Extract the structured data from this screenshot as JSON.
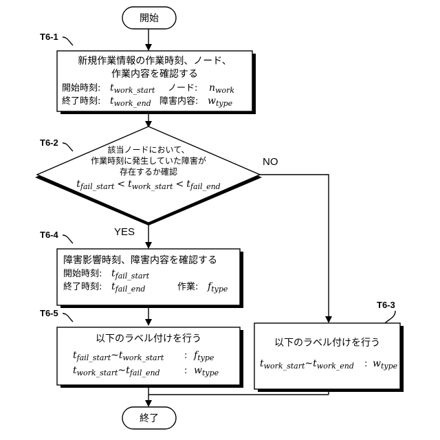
{
  "start": {
    "label": "開始"
  },
  "end": {
    "label": "終了"
  },
  "t61": {
    "tag": "T6-1",
    "line1": "新規作業情報の作業時刻、ノード、",
    "line2": "作業内容を確認する",
    "start_label": "開始時刻:",
    "start_var": "t",
    "start_sub": "work_start",
    "node_label": "ノード:",
    "node_var": "n",
    "node_sub": "work",
    "end_label": "終了時刻:",
    "end_var": "t",
    "end_sub": "work_end",
    "content_label": "障害内容:",
    "content_var": "w",
    "content_sub": "type"
  },
  "t62": {
    "tag": "T6-2",
    "line1": "該当ノードにおいて、",
    "line2": "作業時刻に発生していた障害が",
    "line3": "存在するか確認",
    "v1": "t",
    "s1": "fail_start",
    "lt1": "<",
    "v2": "t",
    "s2": "work_start",
    "lt2": "<",
    "v3": "t",
    "s3": "fail_end",
    "no": "NO",
    "yes": "YES"
  },
  "t64": {
    "tag": "T6-4",
    "line1": "障害影響時刻、障害内容を確認する",
    "start_label": "開始時刻:",
    "start_var": "t",
    "start_sub": "fail_start",
    "end_label": "終了時刻:",
    "end_var": "t",
    "end_sub": "fail_end",
    "work_label": "作業:",
    "work_var": "f",
    "work_sub": "type"
  },
  "t65": {
    "tag": "T6-5",
    "title": "以下のラベル付けを行う",
    "r1_v1": "t",
    "r1_s1": "fail_start",
    "r1_tilde": "~",
    "r1_v2": "t",
    "r1_s2": "work_start",
    "r1_colon": ":",
    "r1_v3": "f",
    "r1_s3": "type",
    "r2_v1": "t",
    "r2_s1": "work_start",
    "r2_tilde": "~",
    "r2_v2": "t",
    "r2_s2": "fail_end",
    "r2_colon": ":",
    "r2_v3": "w",
    "r2_s3": "type"
  },
  "t63": {
    "tag": "T6-3",
    "title": "以下のラベル付けを行う",
    "v1": "t",
    "s1": "work_start",
    "tilde": "~",
    "v2": "t",
    "s2": "work_end",
    "colon": ":",
    "v3": "w",
    "s3": "type"
  }
}
